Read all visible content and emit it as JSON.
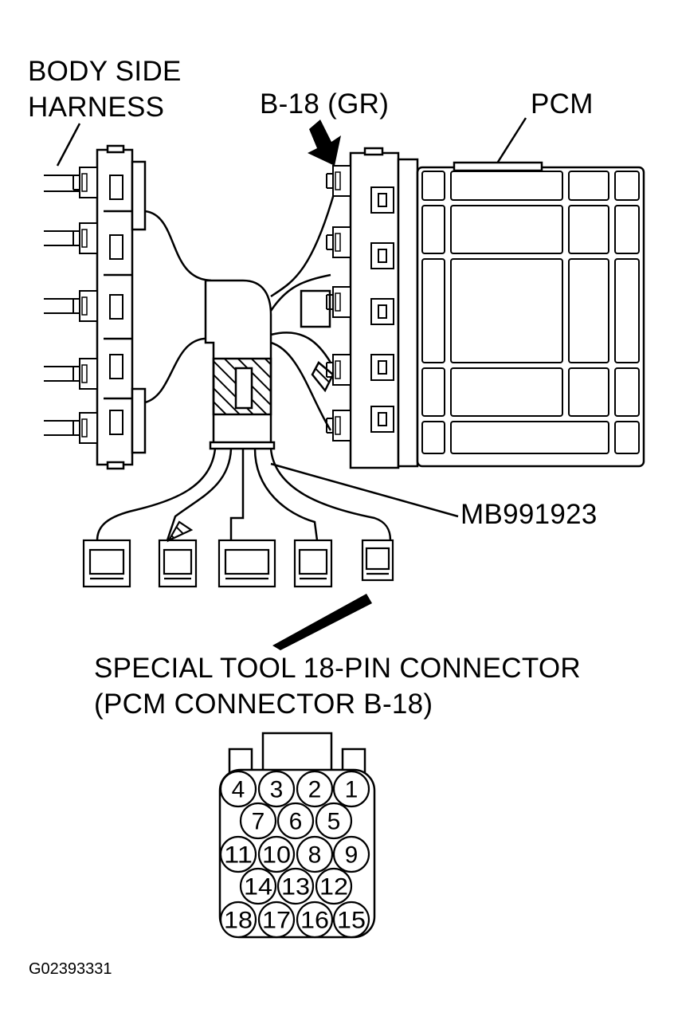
{
  "labels": {
    "body_side_line1": "BODY SIDE",
    "body_side_line2": "HARNESS",
    "b18": "B-18 (GR)",
    "pcm": "PCM",
    "tool": "MB991923",
    "connector_line1": "SPECIAL TOOL 18-PIN CONNECTOR",
    "connector_line2": "(PCM CONNECTOR B-18)",
    "figure_id": "G02393331"
  },
  "connector_pins": {
    "row1": [
      "4",
      "3",
      "2",
      "1"
    ],
    "row2": [
      "7",
      "6",
      "5"
    ],
    "row3": [
      "11",
      "10",
      "8",
      "9"
    ],
    "row4": [
      "14",
      "13",
      "12"
    ],
    "row5": [
      "18",
      "17",
      "16",
      "15"
    ]
  }
}
